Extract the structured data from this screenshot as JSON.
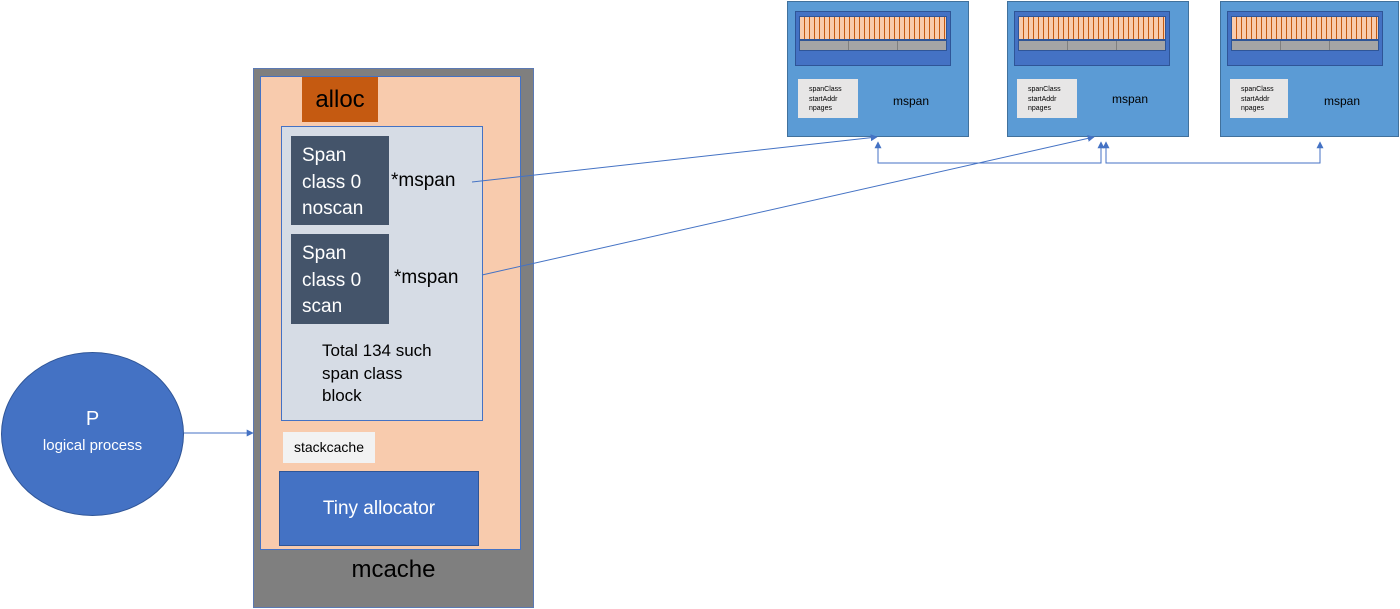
{
  "mcache": {
    "label": "mcache",
    "alloc_label": "alloc",
    "span_blocks": [
      {
        "line1": "Span",
        "line2": "class 0",
        "line3": "noscan",
        "pointer": "*mspan"
      },
      {
        "line1": "Span",
        "line2": "class 0",
        "line3": "scan",
        "pointer": "*mspan"
      }
    ],
    "total_note": {
      "line1": "Total 134 such",
      "line2": "span class",
      "line3": "block"
    },
    "stackcache_label": "stackcache",
    "tiny_allocator_label": "Tiny allocator"
  },
  "process": {
    "letter": "P",
    "label": "logical process"
  },
  "mspans": [
    {
      "fields": [
        "spanClass",
        "startAddr",
        "npages"
      ],
      "label": "mspan"
    },
    {
      "fields": [
        "spanClass",
        "startAddr",
        "npages"
      ],
      "label": "mspan"
    },
    {
      "fields": [
        "spanClass",
        "startAddr",
        "npages"
      ],
      "label": "mspan"
    }
  ],
  "colors": {
    "mcache_outer": "#7f7f7f",
    "mcache_inner": "#f8cbad",
    "alloc": "#c55a11",
    "span_block": "#44546a",
    "tiny_allocator": "#4472c4",
    "mspan": "#5b9bd5",
    "arrow": "#4472c4"
  }
}
